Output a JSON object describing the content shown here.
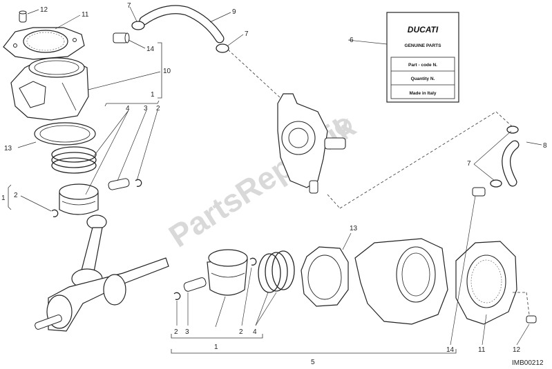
{
  "callouts": {
    "c12_top": "12",
    "c11_top": "11",
    "c7_top": "7",
    "c9": "9",
    "c7_mid": "7",
    "c6": "6",
    "c14_top": "14",
    "c10": "10",
    "c1_top": "1",
    "c4_top": "4",
    "c3_top": "3",
    "c2_top": "2",
    "c13_left": "13",
    "c1_left": "1",
    "c2_left": "2",
    "c8": "8",
    "c7_right": "7",
    "c13_bottom": "13",
    "c2_bottom_a": "2",
    "c3_bottom": "3",
    "c1_bottom": "1",
    "c2_bottom_b": "2",
    "c4_bottom": "4",
    "c5": "5",
    "c14_bottom": "14",
    "c11_bottom": "11",
    "c12_bottom": "12"
  },
  "card": {
    "brand": "DUCATI",
    "subtitle": "GENUINE PARTS",
    "row1": "Part - code N.",
    "row2": "Quantity N.",
    "row3": "Made in Italy"
  },
  "watermark": "PartsRepublik",
  "image_code": "IMB00212"
}
